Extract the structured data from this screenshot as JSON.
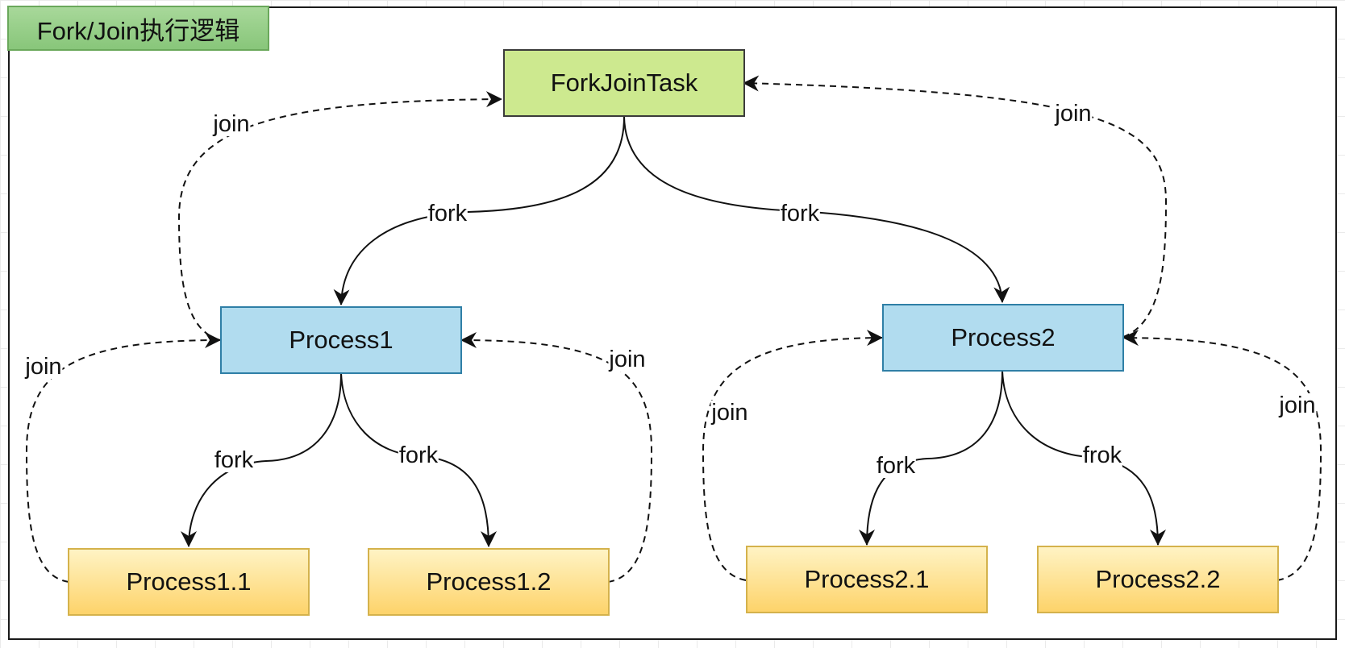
{
  "title": "Fork/Join执行逻辑",
  "nodes": {
    "root": "ForkJoinTask",
    "process1": "Process1",
    "process2": "Process2",
    "process1_1": "Process1.1",
    "process1_2": "Process1.2",
    "process2_1": "Process2.1",
    "process2_2": "Process2.2"
  },
  "edge_labels": {
    "fork_root_p1": "fork",
    "fork_root_p2": "fork",
    "fork_p1_p11": "fork",
    "fork_p1_p12": "fork",
    "fork_p2_p21": "fork",
    "frok_p2_p22": "frok",
    "join_p1_root": "join",
    "join_p2_root": "join",
    "join_p11_p1": "join",
    "join_p12_p1": "join",
    "join_p21_p2": "join",
    "join_p22_p2": "join"
  },
  "colors": {
    "title_fill": "#98cf8a",
    "root_fill": "#cde98f",
    "mid_fill": "#b1dcef",
    "leaf_fill": "#fde08a",
    "line": "#111111"
  }
}
